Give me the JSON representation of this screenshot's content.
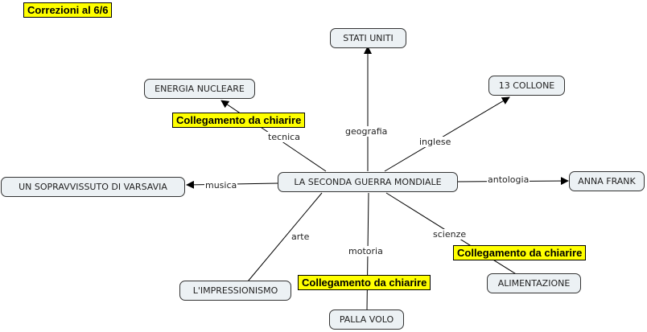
{
  "header_note": "Correzioni al 6/6",
  "colors": {
    "concept_fill": "#ecf1f4",
    "concept_border": "#333333",
    "note_fill": "#ffff00",
    "line": "#000000"
  },
  "center": "LA SECONDA GUERRA MONDIALE",
  "concepts": [
    "STATI UNITI",
    "ENERGIA NUCLEARE",
    "13 COLLONE",
    "UN SOPRAVVISSUTO DI VARSAVIA",
    "ANNA FRANK",
    "L'IMPRESSIONISMO",
    "PALLA VOLO",
    "ALIMENTAZIONE"
  ],
  "links": [
    {
      "label": "geografia",
      "to": "STATI UNITI"
    },
    {
      "label": "tecnica",
      "to": "ENERGIA NUCLEARE"
    },
    {
      "label": "inglese",
      "to": "13 COLLONE"
    },
    {
      "label": "musica",
      "to": "UN SOPRAVVISSUTO DI VARSAVIA"
    },
    {
      "label": "antologia",
      "to": "ANNA FRANK"
    },
    {
      "label": "arte",
      "to": "L'IMPRESSIONISMO"
    },
    {
      "label": "motoria",
      "to": "PALLA VOLO"
    },
    {
      "label": "scienze",
      "to": "ALIMENTAZIONE"
    }
  ],
  "notes": [
    "Collegamento da chiarire",
    "Collegamento da chiarire",
    "Collegamento da chiarire"
  ]
}
